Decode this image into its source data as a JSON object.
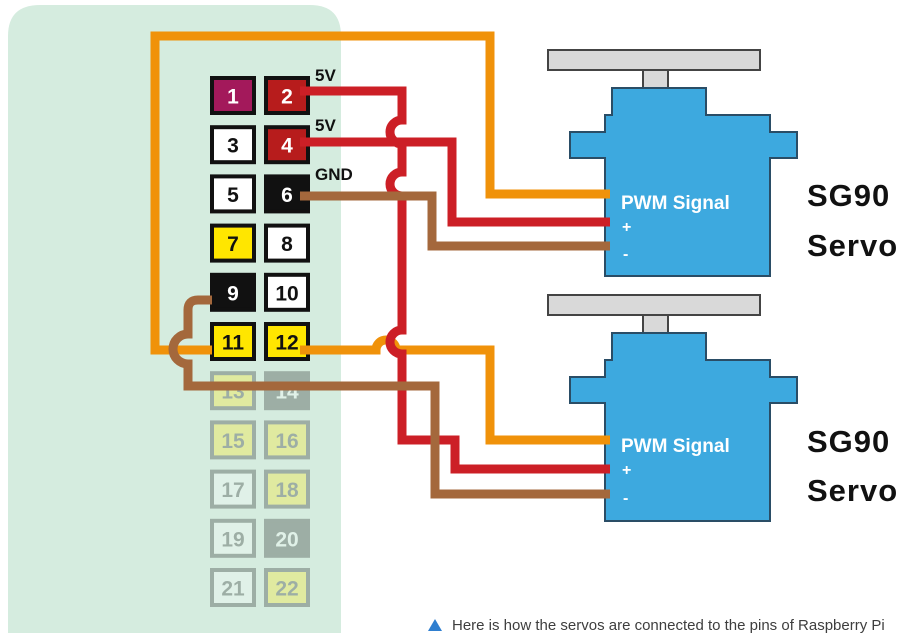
{
  "header_pins": [
    {
      "left": "1",
      "right": "2",
      "left_color": "#a3195b",
      "right_color": "#b71c1c",
      "left_text": "#ffffff",
      "right_text": "#ffffff",
      "faded": false
    },
    {
      "left": "3",
      "right": "4",
      "left_color": "#ffffff",
      "right_color": "#b71c1c",
      "left_text": "#111111",
      "right_text": "#ffffff",
      "faded": false
    },
    {
      "left": "5",
      "right": "6",
      "left_color": "#ffffff",
      "right_color": "#111111",
      "left_text": "#111111",
      "right_text": "#ffffff",
      "faded": false
    },
    {
      "left": "7",
      "right": "8",
      "left_color": "#ffe600",
      "right_color": "#ffffff",
      "left_text": "#111111",
      "right_text": "#111111",
      "faded": false
    },
    {
      "left": "9",
      "right": "10",
      "left_color": "#111111",
      "right_color": "#ffffff",
      "left_text": "#ffffff",
      "right_text": "#111111",
      "faded": false
    },
    {
      "left": "11",
      "right": "12",
      "left_color": "#ffe600",
      "right_color": "#ffe600",
      "left_text": "#111111",
      "right_text": "#111111",
      "faded": false
    },
    {
      "left": "13",
      "right": "14",
      "left_color": "#ffe600",
      "right_color": "#111111",
      "left_text": "#111111",
      "right_text": "#ffffff",
      "faded": true
    },
    {
      "left": "15",
      "right": "16",
      "left_color": "#ffe600",
      "right_color": "#ffe600",
      "left_text": "#111111",
      "right_text": "#111111",
      "faded": true
    },
    {
      "left": "17",
      "right": "18",
      "left_color": "#ffffff",
      "right_color": "#ffe600",
      "left_text": "#111111",
      "right_text": "#111111",
      "faded": true
    },
    {
      "left": "19",
      "right": "20",
      "left_color": "#ffffff",
      "right_color": "#111111",
      "left_text": "#111111",
      "right_text": "#ffffff",
      "faded": true
    },
    {
      "left": "21",
      "right": "22",
      "left_color": "#ffffff",
      "right_color": "#ffe600",
      "left_text": "#111111",
      "right_text": "#111111",
      "faded": true
    }
  ],
  "pin_labels": {
    "pin2": "5V",
    "pin4": "5V",
    "pin6": "GND"
  },
  "servos": [
    {
      "signal_label": "PWM Signal",
      "plus_label": "+",
      "minus_label": "-",
      "name_line1": "SG90",
      "name_line2": "Servo"
    },
    {
      "signal_label": "PWM Signal",
      "plus_label": "+",
      "minus_label": "-",
      "name_line1": "SG90",
      "name_line2": "Servo"
    }
  ],
  "caption": "Here is how the servos are connected to the pins of Raspberry Pi",
  "colors": {
    "board": "#d5ecdf",
    "wire_signal": "#f0920a",
    "wire_power": "#cc1f26",
    "wire_ground": "#a4683c",
    "servo_body": "#3da9df",
    "servo_horn": "#d9d9d9",
    "caption_icon": "#2f7fd0"
  }
}
